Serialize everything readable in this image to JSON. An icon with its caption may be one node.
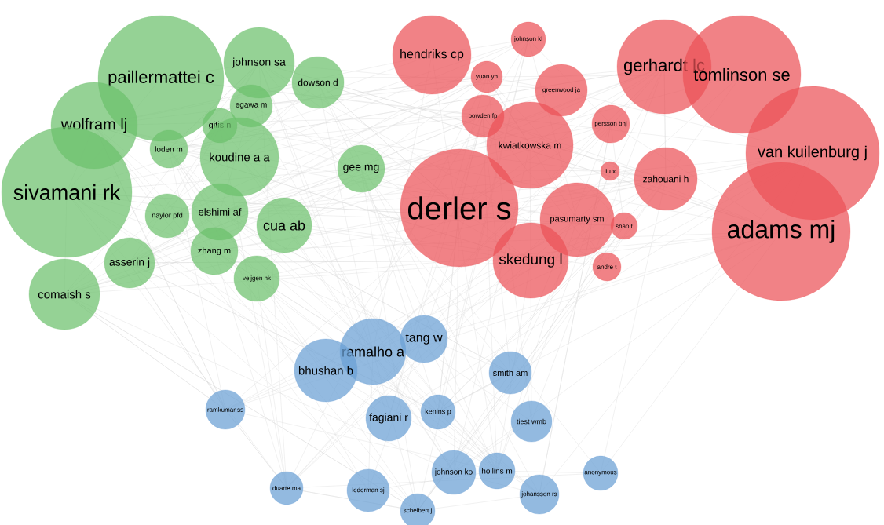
{
  "diagram": {
    "nodes": [
      {
        "text": [
          "paillermattei c"
        ]
      },
      {
        "text": [
          "johnson sa"
        ]
      },
      {
        "text": [
          "egawa m"
        ]
      },
      {
        "text": [
          "dowson d"
        ]
      },
      {
        "text": [
          "wolfram lj"
        ]
      },
      {
        "text": [
          "gitis n"
        ]
      },
      {
        "text": [
          "loden m"
        ]
      },
      {
        "text": [
          "koudine a a"
        ]
      },
      {
        "text": [
          "gee mg"
        ]
      },
      {
        "text": [
          "sivamani rk"
        ]
      },
      {
        "text": [
          "naylor pfd"
        ]
      },
      {
        "text": [
          "elshimi af"
        ]
      },
      {
        "text": [
          "cua ab"
        ]
      },
      {
        "text": [
          "zhang m"
        ]
      },
      {
        "text": [
          "asserin j"
        ]
      },
      {
        "text": [
          "veijgen nk"
        ]
      },
      {
        "text": [
          "comaish s"
        ]
      },
      {
        "text": [
          "hendriks cp"
        ]
      },
      {
        "text": [
          "johnson kl"
        ]
      },
      {
        "text": [
          "yuan yh"
        ]
      },
      {
        "text": [
          "greenwood ja"
        ]
      },
      {
        "text": [
          "bowden fp"
        ]
      },
      {
        "text": [
          "kwiatkowska m"
        ]
      },
      {
        "text": [
          "persson bnj"
        ]
      },
      {
        "text": [
          "derler s"
        ]
      },
      {
        "text": [
          "liu x"
        ]
      },
      {
        "text": [
          "zahouani h"
        ]
      },
      {
        "text": [
          "pasumarty sm"
        ]
      },
      {
        "text": [
          "shao t"
        ]
      },
      {
        "text": [
          "skedung l"
        ]
      },
      {
        "text": [
          "andre t"
        ]
      },
      {
        "text": [
          "gerhardt lc"
        ]
      },
      {
        "text": [
          "tomlinson se"
        ]
      },
      {
        "text": [
          "van kuilenburg j"
        ]
      },
      {
        "text": [
          "adams mj"
        ]
      },
      {
        "text": [
          "tang w"
        ]
      },
      {
        "text": [
          "ramalho a"
        ]
      },
      {
        "text": [
          "bhushan b"
        ]
      },
      {
        "text": [
          "smith am"
        ]
      },
      {
        "text": [
          "ramkumar ss"
        ]
      },
      {
        "text": [
          "fagiani r"
        ]
      },
      {
        "text": [
          "kenins p"
        ]
      },
      {
        "text": [
          "tiest wmb"
        ]
      },
      {
        "text": [
          "johnson ko"
        ]
      },
      {
        "text": [
          "hollins m"
        ]
      },
      {
        "text": [
          "anonymous"
        ]
      },
      {
        "text": [
          "duarte ma"
        ]
      },
      {
        "text": [
          "lederman sj"
        ]
      },
      {
        "text": [
          "johansson rs"
        ]
      },
      {
        "text": [
          "scheibert j"
        ]
      }
    ]
  }
}
